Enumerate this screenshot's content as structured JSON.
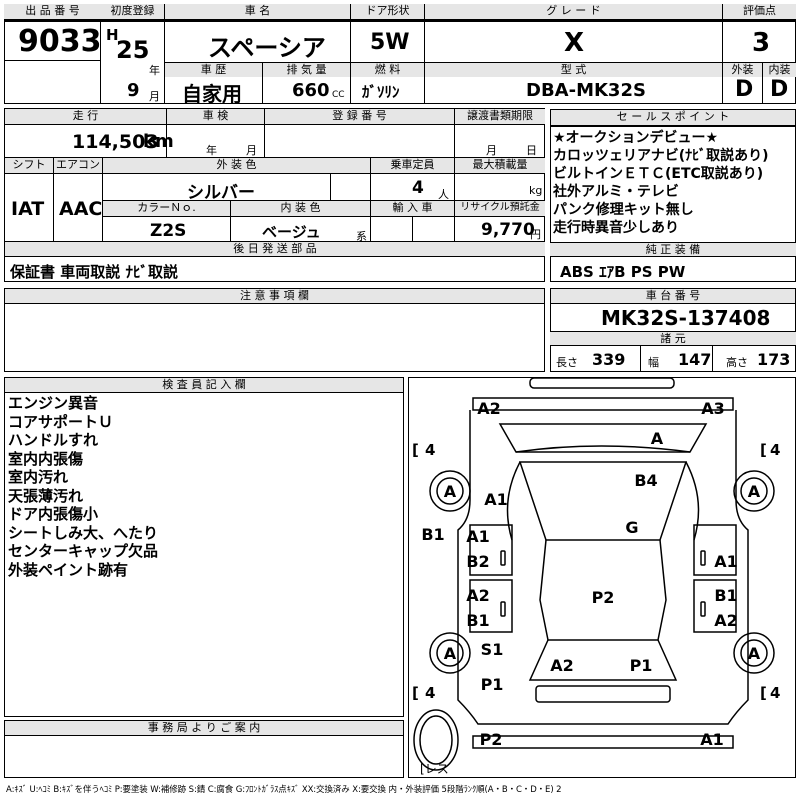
{
  "header": {
    "lot_label": "出 品 番 号",
    "lot_no": "9033",
    "first_reg_label": "初度登録",
    "era": "H",
    "year": "25",
    "year_unit": "年",
    "month": "9",
    "month_unit": "月",
    "name_label": "車 名",
    "name": "スペーシア",
    "door_label": "ドア形状",
    "door": "5W",
    "grade_label": "グ レ ー ド",
    "grade": "X",
    "score_label": "評価点",
    "score": "3",
    "history_label": "車 歴",
    "history": "自家用",
    "displacement_label": "排 気 量",
    "displacement": "660",
    "cc": "CC",
    "fuel_label": "燃 料",
    "fuel": "ｶﾞｿﾘﾝ",
    "model_label": "型 式",
    "model": "DBA-MK32S",
    "ext_label": "外装",
    "int_label": "内装",
    "ext": "D",
    "int": "D"
  },
  "specs": {
    "mileage_label": "走 行",
    "mileage": "114,503",
    "km": "km",
    "inspection_label": "車 検",
    "insp_year_unit": "年",
    "insp_month_unit": "月",
    "reg_label": "登 録 番 号",
    "transfer_label": "譲渡書類期限",
    "transfer_month_unit": "月",
    "transfer_day_unit": "日",
    "shift_label": "シフト",
    "shift": "IAT",
    "ac_label": "エアコン",
    "ac": "AAC",
    "ext_color_label": "外 装 色",
    "ext_color": "シルバー",
    "capacity_label": "乗車定員",
    "capacity": "4",
    "capacity_unit": "人",
    "load_label": "最大積載量",
    "load_unit": "kg",
    "color_no_label": "カラーＮｏ.",
    "color_no": "Z2S",
    "int_color_label": "内 装 色",
    "int_color": "ベージュ",
    "int_color_unit": "系",
    "import_label": "輸 入 車",
    "recycle_label": "リサイクル預託金",
    "recycle": "9,770",
    "yen": "円",
    "later_label": "後 日 発 送 部 品",
    "later": "保証書 車両取説 ﾅﾋﾞ取説"
  },
  "sales": {
    "label": "セ ー ル ス ポ イ ン ト",
    "lines": [
      "★オークションデビュー★",
      "カロッツェリアナビ(ﾅﾋﾞ取説あり)",
      "ビルトインＥＴＣ(ETC取説あり)",
      "社外アルミ・テレビ",
      "パンク修理キット無し",
      "走行時異音少しあり"
    ],
    "equip_label": "純 正 装 備",
    "equip": "ABS ｴｱB PS PW"
  },
  "notes_label": "注 意 事 項 欄",
  "chassis": {
    "label": "車 台 番 号",
    "number": "MK32S-137408",
    "dims_label": "諸 元",
    "length_label": "長さ",
    "length": "339",
    "width_label": "幅",
    "width": "147",
    "height_label": "高さ",
    "height": "173"
  },
  "inspector": {
    "label": "検 査 員 記 入 欄",
    "lines": [
      "エンジン異音",
      "コアサポートＵ",
      "ハンドルすれ",
      "室内内張傷",
      "室内汚れ",
      "天張薄汚れ",
      "ドア内張傷小",
      "シートしみ大、へたり",
      "センターキャップ欠品",
      "外装ペイント跡有"
    ]
  },
  "office_label": "事 務 局 よ り ご 案 内",
  "diagram": {
    "marks": [
      "A2",
      "A3",
      "A",
      "A1",
      "B4",
      "B1",
      "A1",
      "G",
      "B2",
      "A1",
      "A2",
      "P2",
      "B1",
      "B1",
      "A2",
      "S1",
      "A2",
      "P1",
      "P1",
      "P2",
      "A1"
    ],
    "tire": "4",
    "wheel": "A",
    "spare": "レス"
  },
  "legend": "A:ｷｽﾞ U:ﾍｺﾐ B:ｷｽﾞを伴うﾍｺﾐ P:要塗装 W:補修跡 S:錆 C:腐食 G:ﾌﾛﾝﾄｶﾞﾗｽ点ｷｽﾞ XX:交換済み X:要交換 内・外装評価 5段階ﾗﾝｸ順(A・B・C・D・E) 2"
}
